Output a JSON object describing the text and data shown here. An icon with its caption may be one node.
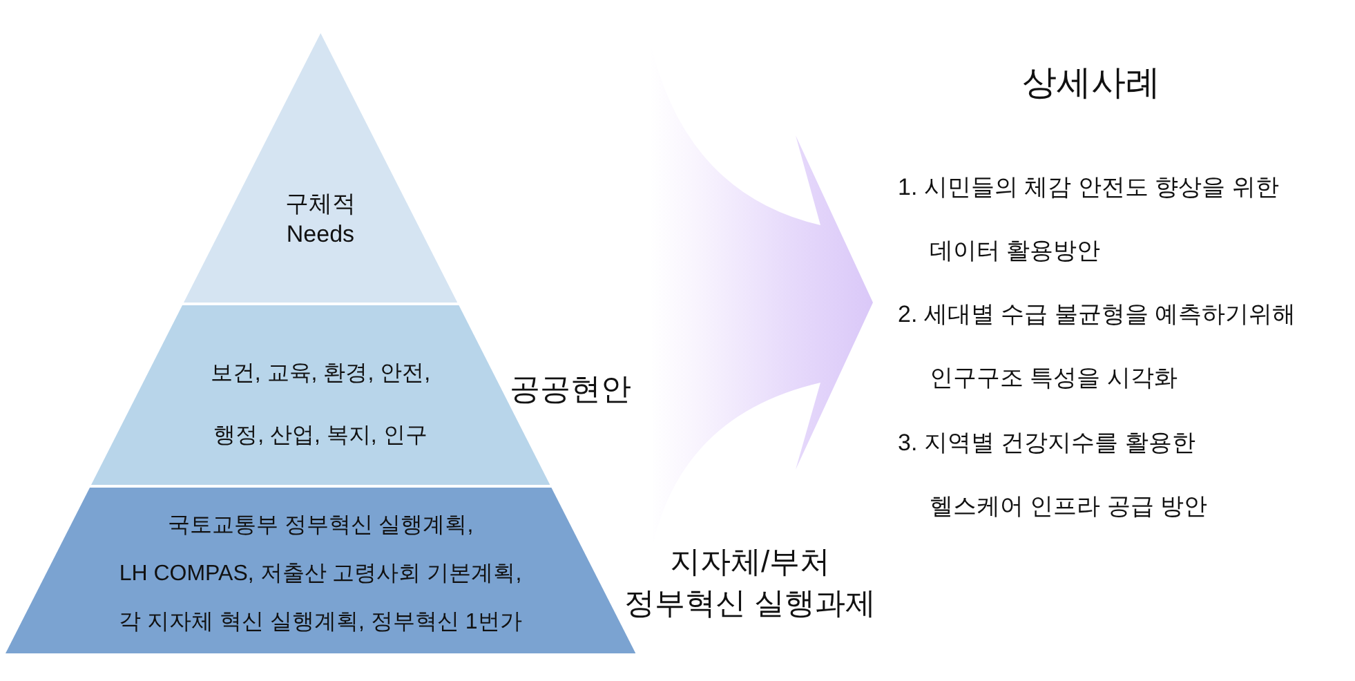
{
  "diagram": {
    "nodes": [
      {
        "text": [
          "구체적 Needs"
        ]
      },
      {
        "text": [
          "보건, 교육, 환경, 안전, 행정, 산업, 복지, 인구"
        ],
        "beside": [
          "공공현안"
        ]
      },
      {
        "text": [
          "국토교통부 정부혁신 실행계획, LH COMPAS, 저출산 고령사회 기본계획, 각 지자체 혁신 실행계획, 정부혁신 1번가"
        ],
        "beside": [
          "지자체/부처 정부혁신 실행과제"
        ]
      },
      {
        "text": [
          "상세사례",
          "1. 시민들의 체감 안전도 향상을 위한 데이터 활용방안",
          "2. 세대별 수급 불균형을 예측하기위해 인구구조 특성을 시각화",
          "3. 지역별 건강지수를 활용한 헬스케어 인프라 공급 방안"
        ]
      }
    ],
    "edges": [
      {
        "from": null,
        "to": 3,
        "arrow": "to"
      }
    ]
  }
}
